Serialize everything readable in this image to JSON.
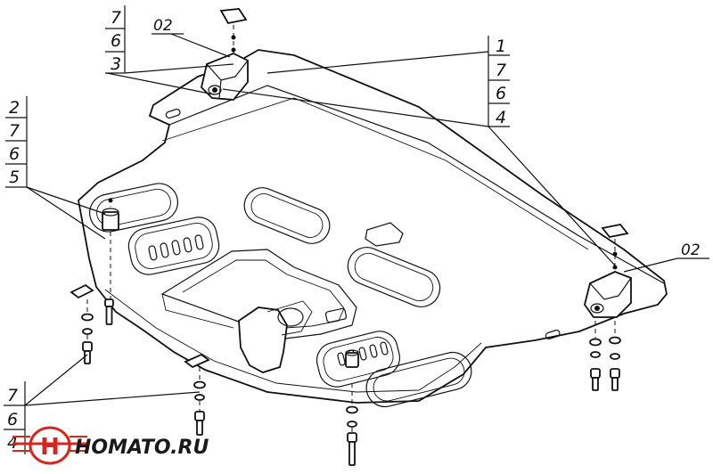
{
  "callouts": {
    "top_left_stack": [
      "7",
      "6",
      "3"
    ],
    "top_left_bracket": "02",
    "top_right_stack": [
      "1",
      "7",
      "6",
      "4"
    ],
    "left_stack": [
      "2",
      "7",
      "6",
      "5"
    ],
    "right_bracket": "02",
    "bottom_left_stack": [
      "7",
      "6",
      "4"
    ]
  },
  "brand": {
    "name": "HOMATO.RU",
    "logo_letter": "H",
    "logo_color": "#d7261e"
  }
}
